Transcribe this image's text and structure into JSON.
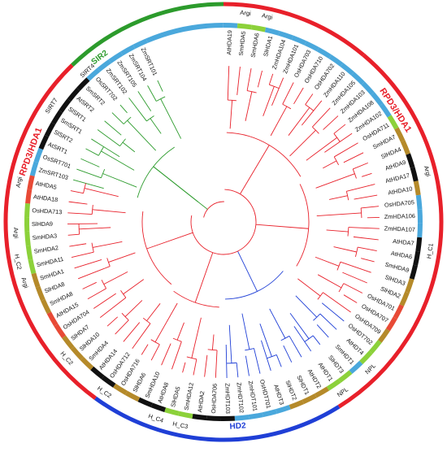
{
  "colors": {
    "red": "#e8202a",
    "green": "#2c9b2c",
    "blue": "#1f3fd6",
    "seg_blue": "#4aa8dc",
    "seg_olive": "#b58a2a",
    "seg_black": "#111111",
    "seg_lime": "#8cd13a",
    "seg_orange": "#e84a36"
  },
  "families": [
    {
      "name": "RPD3/HDA1",
      "color": "red"
    },
    {
      "name": "SIR2",
      "color": "green"
    },
    {
      "name": "HD2",
      "color": "blue"
    }
  ],
  "family_labels": {
    "rpd_right": "RPD3/HDA1",
    "rpd_left": "RPD3/HDA1",
    "sir2": "SIR2",
    "hd2": "HD2"
  },
  "domain_labels": [
    {
      "text": "Argi",
      "id": "argi-1"
    },
    {
      "text": "Argi",
      "id": "argi-2"
    },
    {
      "text": "Argi",
      "id": "argi-3"
    },
    {
      "text": "Argi",
      "id": "argi-4"
    },
    {
      "text": "Argi",
      "id": "argi-5"
    },
    {
      "text": "Argi",
      "id": "argi-6"
    },
    {
      "text": "H_C1",
      "id": "hc1"
    },
    {
      "text": "NPL",
      "id": "npl-1"
    },
    {
      "text": "NPL",
      "id": "npl-2"
    },
    {
      "text": "H_C4",
      "id": "hc4"
    },
    {
      "text": "H_C3",
      "id": "hc3"
    },
    {
      "text": "H_C2",
      "id": "hc2-1"
    },
    {
      "text": "H_C2",
      "id": "hc2-2"
    },
    {
      "text": "H_C2",
      "id": "hc2-3"
    },
    {
      "text": "SIRT4",
      "id": "sirt4"
    },
    {
      "text": "SIRT7",
      "id": "sirt7"
    }
  ],
  "leaves": [
    {
      "label": "AtHDA19",
      "family": "red",
      "domain": "blue"
    },
    {
      "label": "SmHDA5",
      "family": "red",
      "domain": "lime"
    },
    {
      "label": "SmHDA6",
      "family": "red",
      "domain": "lime"
    },
    {
      "label": "SlHDA1",
      "family": "red",
      "domain": "blue"
    },
    {
      "label": "ZmHDA104",
      "family": "red",
      "domain": "blue"
    },
    {
      "label": "ZmHDA101",
      "family": "red",
      "domain": "blue"
    },
    {
      "label": "OsHDA703",
      "family": "red",
      "domain": "blue"
    },
    {
      "label": "OsHDA710",
      "family": "red",
      "domain": "blue"
    },
    {
      "label": "OsHDA702",
      "family": "red",
      "domain": "blue"
    },
    {
      "label": "ZmHDA110",
      "family": "red",
      "domain": "blue"
    },
    {
      "label": "ZmHDA105",
      "family": "red",
      "domain": "blue"
    },
    {
      "label": "ZmHDA103",
      "family": "red",
      "domain": "blue"
    },
    {
      "label": "ZmHDA108",
      "family": "red",
      "domain": "blue"
    },
    {
      "label": "ZmHDA102",
      "family": "red",
      "domain": "blue"
    },
    {
      "label": "OsHDA711",
      "family": "red",
      "domain": "lime"
    },
    {
      "label": "SmHDA7",
      "family": "red",
      "domain": "olive"
    },
    {
      "label": "SlHDA4",
      "family": "red",
      "domain": "olive"
    },
    {
      "label": "AtHDA9",
      "family": "red",
      "domain": "black"
    },
    {
      "label": "AtHDA17",
      "family": "red",
      "domain": "black"
    },
    {
      "label": "AtHDA10",
      "family": "red",
      "domain": "olive"
    },
    {
      "label": "OsHDA705",
      "family": "red",
      "domain": "blue"
    },
    {
      "label": "ZmHDA106",
      "family": "red",
      "domain": "blue"
    },
    {
      "label": "ZmHDA107",
      "family": "red",
      "domain": "blue"
    },
    {
      "label": "AtHDA7",
      "family": "red",
      "domain": "black"
    },
    {
      "label": "AtHDA6",
      "family": "red",
      "domain": "black"
    },
    {
      "label": "SmHDA9",
      "family": "red",
      "domain": "black"
    },
    {
      "label": "SlHDA3",
      "family": "red",
      "domain": "olive"
    },
    {
      "label": "SlHDA2",
      "family": "red",
      "domain": "olive"
    },
    {
      "label": "OsHDA701",
      "family": "red",
      "domain": "orange"
    },
    {
      "label": "OsHDA707",
      "family": "red",
      "domain": "orange"
    },
    {
      "label": "OsHDA709",
      "family": "red",
      "domain": "olive"
    },
    {
      "label": "OsHDT702",
      "family": "blue",
      "domain": "lime"
    },
    {
      "label": "AtHDT4",
      "family": "blue",
      "domain": "lime"
    },
    {
      "label": "SmHDT1",
      "family": "blue",
      "domain": "blue"
    },
    {
      "label": "SlHDT3",
      "family": "blue",
      "domain": "lime"
    },
    {
      "label": "AtHDT1",
      "family": "blue",
      "domain": "lime"
    },
    {
      "label": "AtHDT2",
      "family": "blue",
      "domain": "olive"
    },
    {
      "label": "SlHDT1",
      "family": "blue",
      "domain": "olive"
    },
    {
      "label": "SlHDT2",
      "family": "blue",
      "domain": "olive"
    },
    {
      "label": "AtHDT3",
      "family": "blue",
      "domain": "blue"
    },
    {
      "label": "OsHDT701",
      "family": "blue",
      "domain": "blue"
    },
    {
      "label": "ZmHDT101",
      "family": "blue",
      "domain": "blue"
    },
    {
      "label": "ZmHDT102",
      "family": "blue",
      "domain": "blue"
    },
    {
      "label": "ZmHDT103",
      "family": "blue",
      "domain": "black"
    },
    {
      "label": "OsHDA706",
      "family": "red",
      "domain": "black"
    },
    {
      "label": "AtHDA2",
      "family": "red",
      "domain": "black"
    },
    {
      "label": "SmHDA12",
      "family": "red",
      "domain": "lime"
    },
    {
      "label": "SlHDA5",
      "family": "red",
      "domain": "lime"
    },
    {
      "label": "AtHDA8",
      "family": "red",
      "domain": "black"
    },
    {
      "label": "SmHDA10",
      "family": "red",
      "domain": "black"
    },
    {
      "label": "SlHDA6",
      "family": "red",
      "domain": "olive"
    },
    {
      "label": "OsHDA716",
      "family": "red",
      "domain": "olive"
    },
    {
      "label": "OsHDA712",
      "family": "red",
      "domain": "black"
    },
    {
      "label": "AtHDA14",
      "family": "red",
      "domain": "black"
    },
    {
      "label": "SmHDA4",
      "family": "red",
      "domain": "olive"
    },
    {
      "label": "SlHDA10",
      "family": "red",
      "domain": "olive"
    },
    {
      "label": "SlHDA7",
      "family": "red",
      "domain": "olive"
    },
    {
      "label": "OsHDA704",
      "family": "red",
      "domain": "orange"
    },
    {
      "label": "AtHDA15",
      "family": "red",
      "domain": "orange"
    },
    {
      "label": "SmHDA8",
      "family": "red",
      "domain": "olive"
    },
    {
      "label": "SlHDA8",
      "family": "red",
      "domain": "olive"
    },
    {
      "label": "SmHDA1",
      "family": "red",
      "domain": "olive"
    },
    {
      "label": "SmHDA11",
      "family": "red",
      "domain": "lime"
    },
    {
      "label": "SmHDA2",
      "family": "red",
      "domain": "lime"
    },
    {
      "label": "SmHDA3",
      "family": "red",
      "domain": "lime"
    },
    {
      "label": "SlHDA9",
      "family": "red",
      "domain": "lime"
    },
    {
      "label": "OsHDA713",
      "family": "red",
      "domain": "lime"
    },
    {
      "label": "AtHDA18",
      "family": "red",
      "domain": "orange"
    },
    {
      "label": "AtHDA5",
      "family": "red",
      "domain": "orange"
    },
    {
      "label": "ZmSRT103",
      "family": "green",
      "domain": "blue"
    },
    {
      "label": "OsSRT701",
      "family": "green",
      "domain": "blue"
    },
    {
      "label": "AtSRT1",
      "family": "green",
      "domain": "black"
    },
    {
      "label": "SlSRT2",
      "family": "green",
      "domain": "black"
    },
    {
      "label": "SmSRT1",
      "family": "green",
      "domain": "black"
    },
    {
      "label": "SlSRT1",
      "family": "green",
      "domain": "black"
    },
    {
      "label": "AtSRT2",
      "family": "green",
      "domain": "black"
    },
    {
      "label": "SmSRT2",
      "family": "green",
      "domain": "black"
    },
    {
      "label": "OsSRT702",
      "family": "green",
      "domain": "blue"
    },
    {
      "label": "ZmSRT102",
      "family": "green",
      "domain": "blue"
    },
    {
      "label": "ZmSRT105",
      "family": "green",
      "domain": "blue"
    },
    {
      "label": "ZmSRT104",
      "family": "green",
      "domain": "blue"
    },
    {
      "label": "ZmSRT101",
      "family": "green",
      "domain": "blue"
    }
  ]
}
